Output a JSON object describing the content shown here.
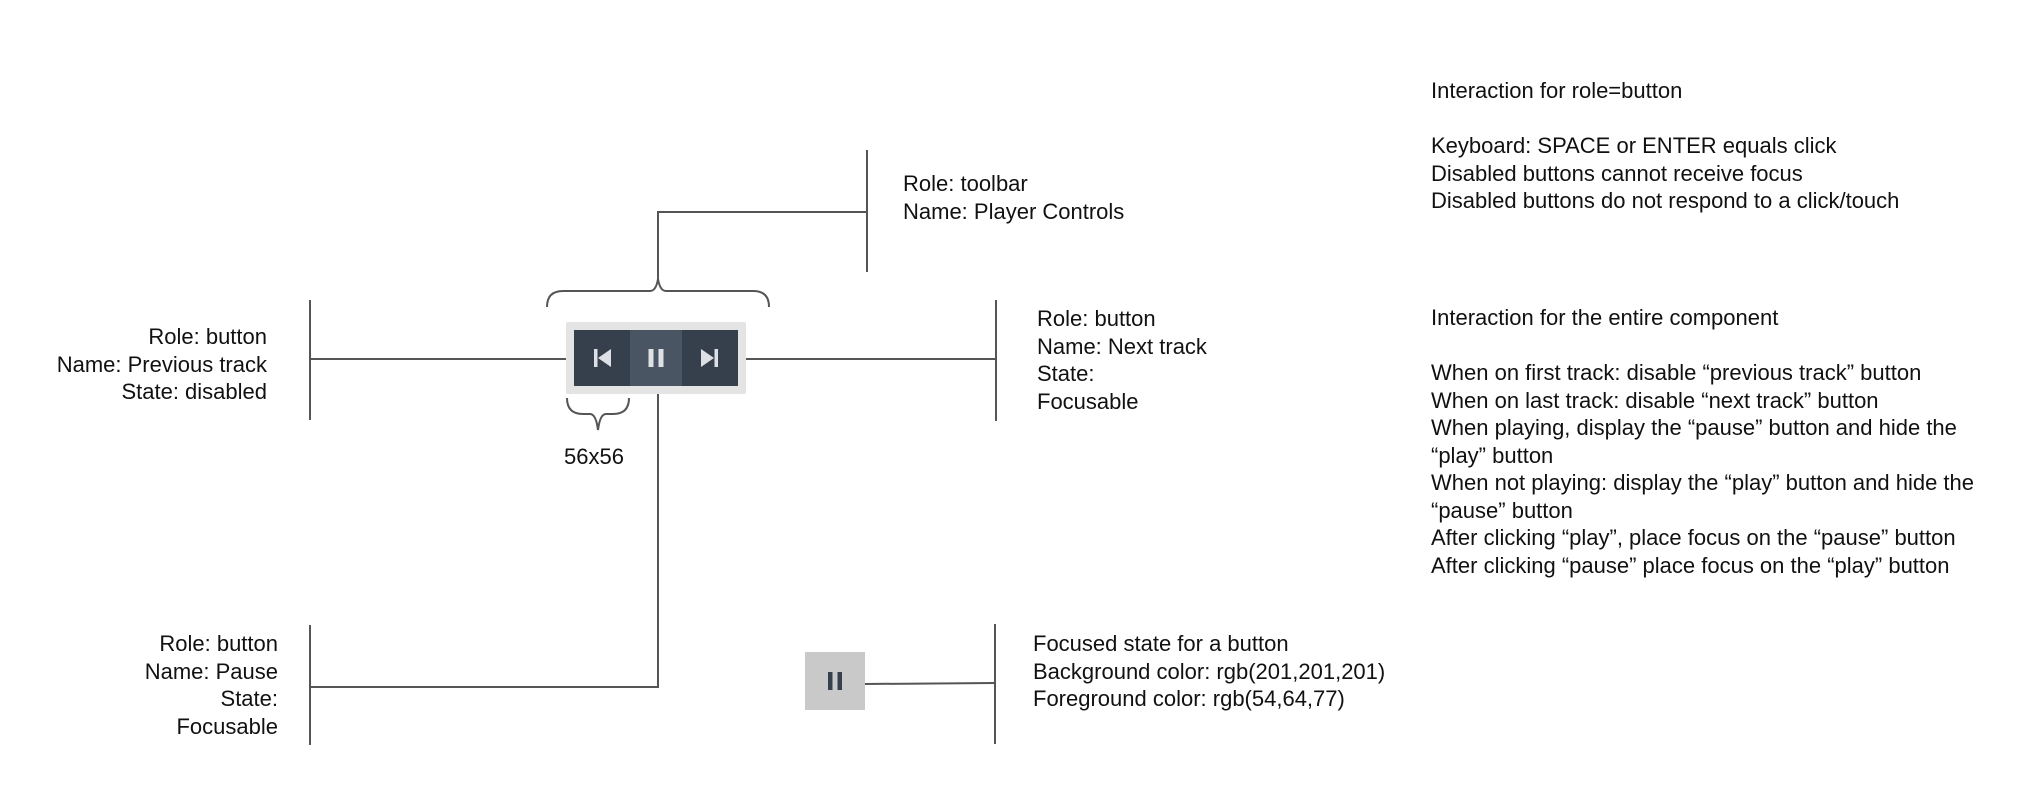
{
  "toolbar_annotation": {
    "lines": [
      "Role: toolbar",
      "Name: Player Controls"
    ]
  },
  "prev_annotation": {
    "lines": [
      "Role: button",
      "Name: Previous track",
      "State: disabled"
    ]
  },
  "next_annotation": {
    "lines": [
      "Role: button",
      "Name: Next track",
      "State:",
      "Focusable"
    ]
  },
  "pause_annotation": {
    "lines": [
      "Role: button",
      "Name: Pause",
      "State:",
      "Focusable"
    ]
  },
  "size_label": "56x56",
  "focus_annotation": {
    "lines": [
      "Focused state for a button",
      "Background color: rgb(201,201,201)",
      "Foreground color: rgb(54,64,77)"
    ]
  },
  "button_interaction": {
    "title": "Interaction for role=button",
    "lines": [
      "Keyboard: SPACE or  ENTER equals click",
      "Disabled buttons cannot receive focus",
      "Disabled buttons do not respond to a click/touch"
    ]
  },
  "component_interaction": {
    "title": "Interaction for the entire component",
    "lines": [
      "When on first track: disable “previous track” button",
      "When on last track: disable “next track” button",
      "When playing, display the “pause” button and hide the",
      "“play” button",
      "When not playing: display the “play” button and hide the",
      "“pause” button",
      "After clicking “play”, place focus on the “pause” button",
      "After clicking “pause” place focus on the “play” button"
    ]
  },
  "icons": [
    "skip-previous-icon",
    "pause-icon",
    "skip-next-icon"
  ],
  "colors": {
    "toolbar_bg": "#36404d",
    "focused_bg": "#c9c9c9",
    "icon_light": "#dde1e6",
    "focused_fg": "#36404d"
  }
}
